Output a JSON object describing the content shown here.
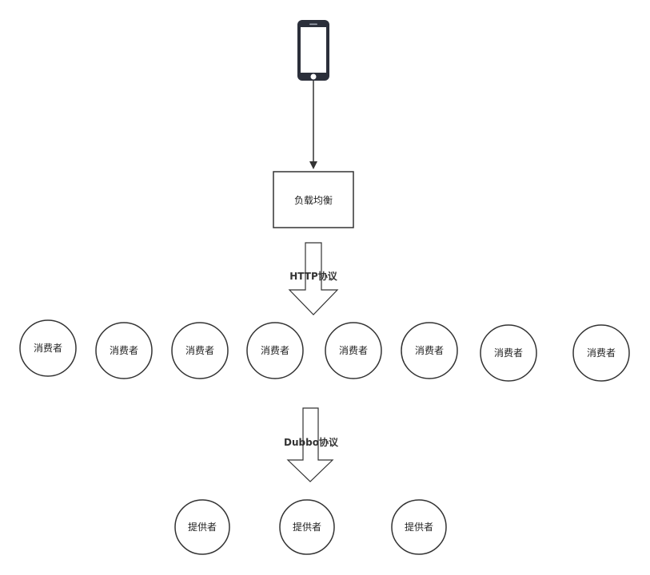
{
  "diagram": {
    "client_icon": "smartphone-icon",
    "load_balancer_label": "负载均衡",
    "http_label": "HTTP协议",
    "dubbo_label": "Dubbo协议",
    "consumers": [
      "消费者",
      "消费者",
      "消费者",
      "消费者",
      "消费者",
      "消费者",
      "消费者",
      "消费者"
    ],
    "providers": [
      "提供者",
      "提供者",
      "提供者"
    ]
  },
  "colors": {
    "stroke": "#333333",
    "phone_body": "#2b2f3a",
    "background": "#ffffff"
  }
}
